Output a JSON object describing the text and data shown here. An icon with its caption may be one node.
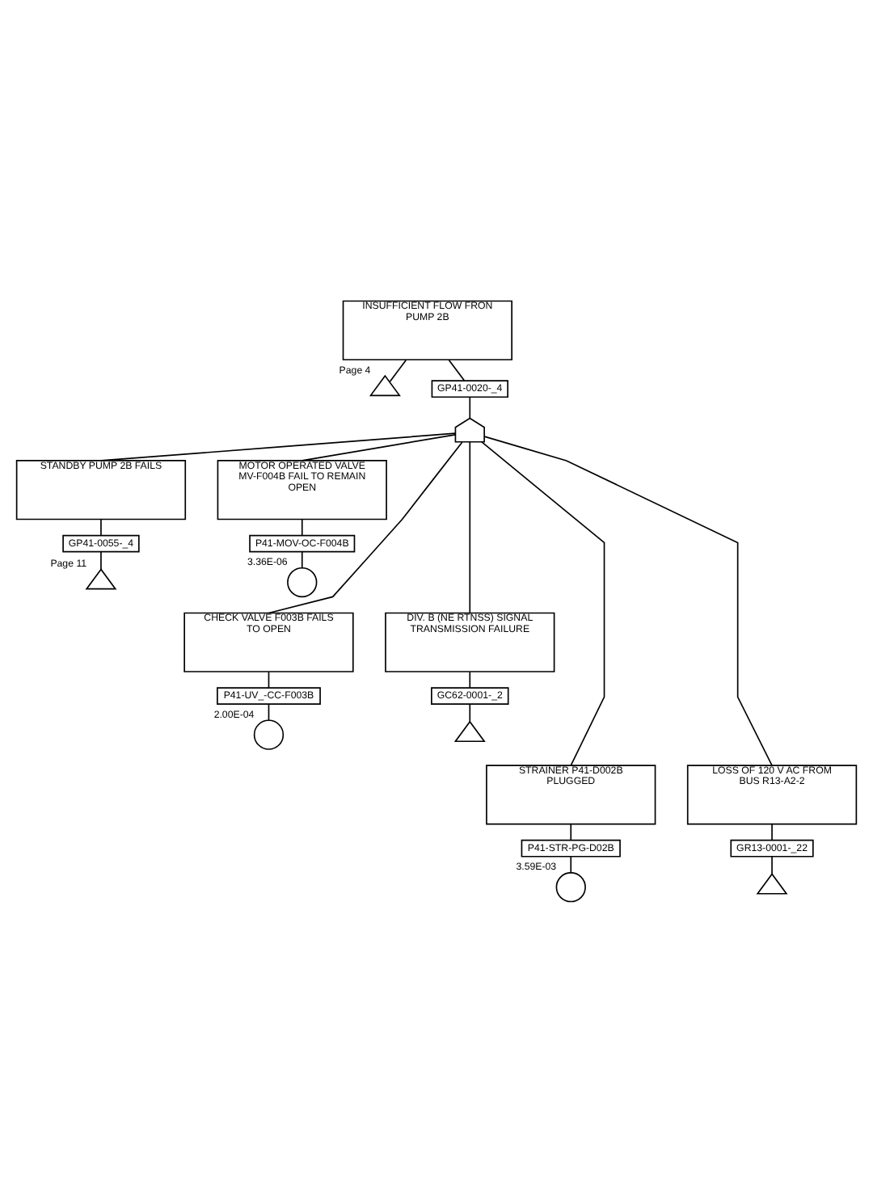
{
  "diagram": {
    "nodes": [
      {
        "text": [
          "INSUFFICIENT FLOW FRON PUMP 2B"
        ]
      },
      {
        "text": [],
        "shape": "triangle",
        "beside": [
          "Page 4"
        ]
      },
      {
        "text": [
          "GP41-0020-_4"
        ]
      },
      {
        "text": [],
        "shape": "gate"
      },
      {
        "text": [
          "STANDBY PUMP 2B FAILS"
        ]
      },
      {
        "text": [
          "GP41-0055-_4"
        ]
      },
      {
        "text": [],
        "shape": "triangle",
        "beside": [
          "Page 11"
        ]
      },
      {
        "text": [
          "MOTOR OPERATED VALVE MV-F004B FAIL TO REMAIN OPEN"
        ]
      },
      {
        "text": [
          "P41-MOV-OC-F004B"
        ]
      },
      {
        "text": [],
        "shape": "circle",
        "beside": [
          "3.36E-06"
        ]
      },
      {
        "text": [
          "CHECK VALVE F003B FAILS TO OPEN"
        ]
      },
      {
        "text": [
          "P41-UV_-CC-F003B"
        ]
      },
      {
        "text": [],
        "shape": "circle",
        "beside": [
          "2.00E-04"
        ]
      },
      {
        "text": [
          "DIV. B (NE RTNSS) SIGNAL TRANSMISSION FAILURE"
        ]
      },
      {
        "text": [
          "GC62-0001-_2"
        ]
      },
      {
        "text": [],
        "shape": "triangle"
      },
      {
        "text": [
          "STRAINER P41-D002B PLUGGED"
        ]
      },
      {
        "text": [
          "P41-STR-PG-D02B"
        ]
      },
      {
        "text": [],
        "shape": "circle",
        "beside": [
          "3.59E-03"
        ]
      },
      {
        "text": [
          "LOSS OF 120 V AC FROM BUS R13-A2-2"
        ]
      },
      {
        "text": [
          "GR13-0001-_22"
        ]
      },
      {
        "text": [],
        "shape": "triangle"
      }
    ],
    "edges": [
      {
        "from": 0,
        "to": 1,
        "arrow": "none"
      },
      {
        "from": 0,
        "to": 2,
        "arrow": "none"
      },
      {
        "from": 2,
        "to": 3,
        "arrow": "none"
      },
      {
        "from": 3,
        "to": 4,
        "arrow": "none"
      },
      {
        "from": 3,
        "to": 7,
        "arrow": "none"
      },
      {
        "from": 3,
        "to": 10,
        "arrow": "none"
      },
      {
        "from": 3,
        "to": 13,
        "arrow": "none"
      },
      {
        "from": 3,
        "to": 16,
        "arrow": "none"
      },
      {
        "from": 3,
        "to": 19,
        "arrow": "none"
      },
      {
        "from": 4,
        "to": 5,
        "arrow": "none"
      },
      {
        "from": 5,
        "to": 6,
        "arrow": "none"
      },
      {
        "from": 7,
        "to": 8,
        "arrow": "none"
      },
      {
        "from": 8,
        "to": 9,
        "arrow": "none"
      },
      {
        "from": 10,
        "to": 11,
        "arrow": "none"
      },
      {
        "from": 11,
        "to": 12,
        "arrow": "none"
      },
      {
        "from": 13,
        "to": 14,
        "arrow": "none"
      },
      {
        "from": 14,
        "to": 15,
        "arrow": "none"
      },
      {
        "from": 16,
        "to": 17,
        "arrow": "none"
      },
      {
        "from": 17,
        "to": 18,
        "arrow": "none"
      },
      {
        "from": 19,
        "to": 20,
        "arrow": "none"
      },
      {
        "from": 20,
        "to": 21,
        "arrow": "none"
      }
    ]
  }
}
